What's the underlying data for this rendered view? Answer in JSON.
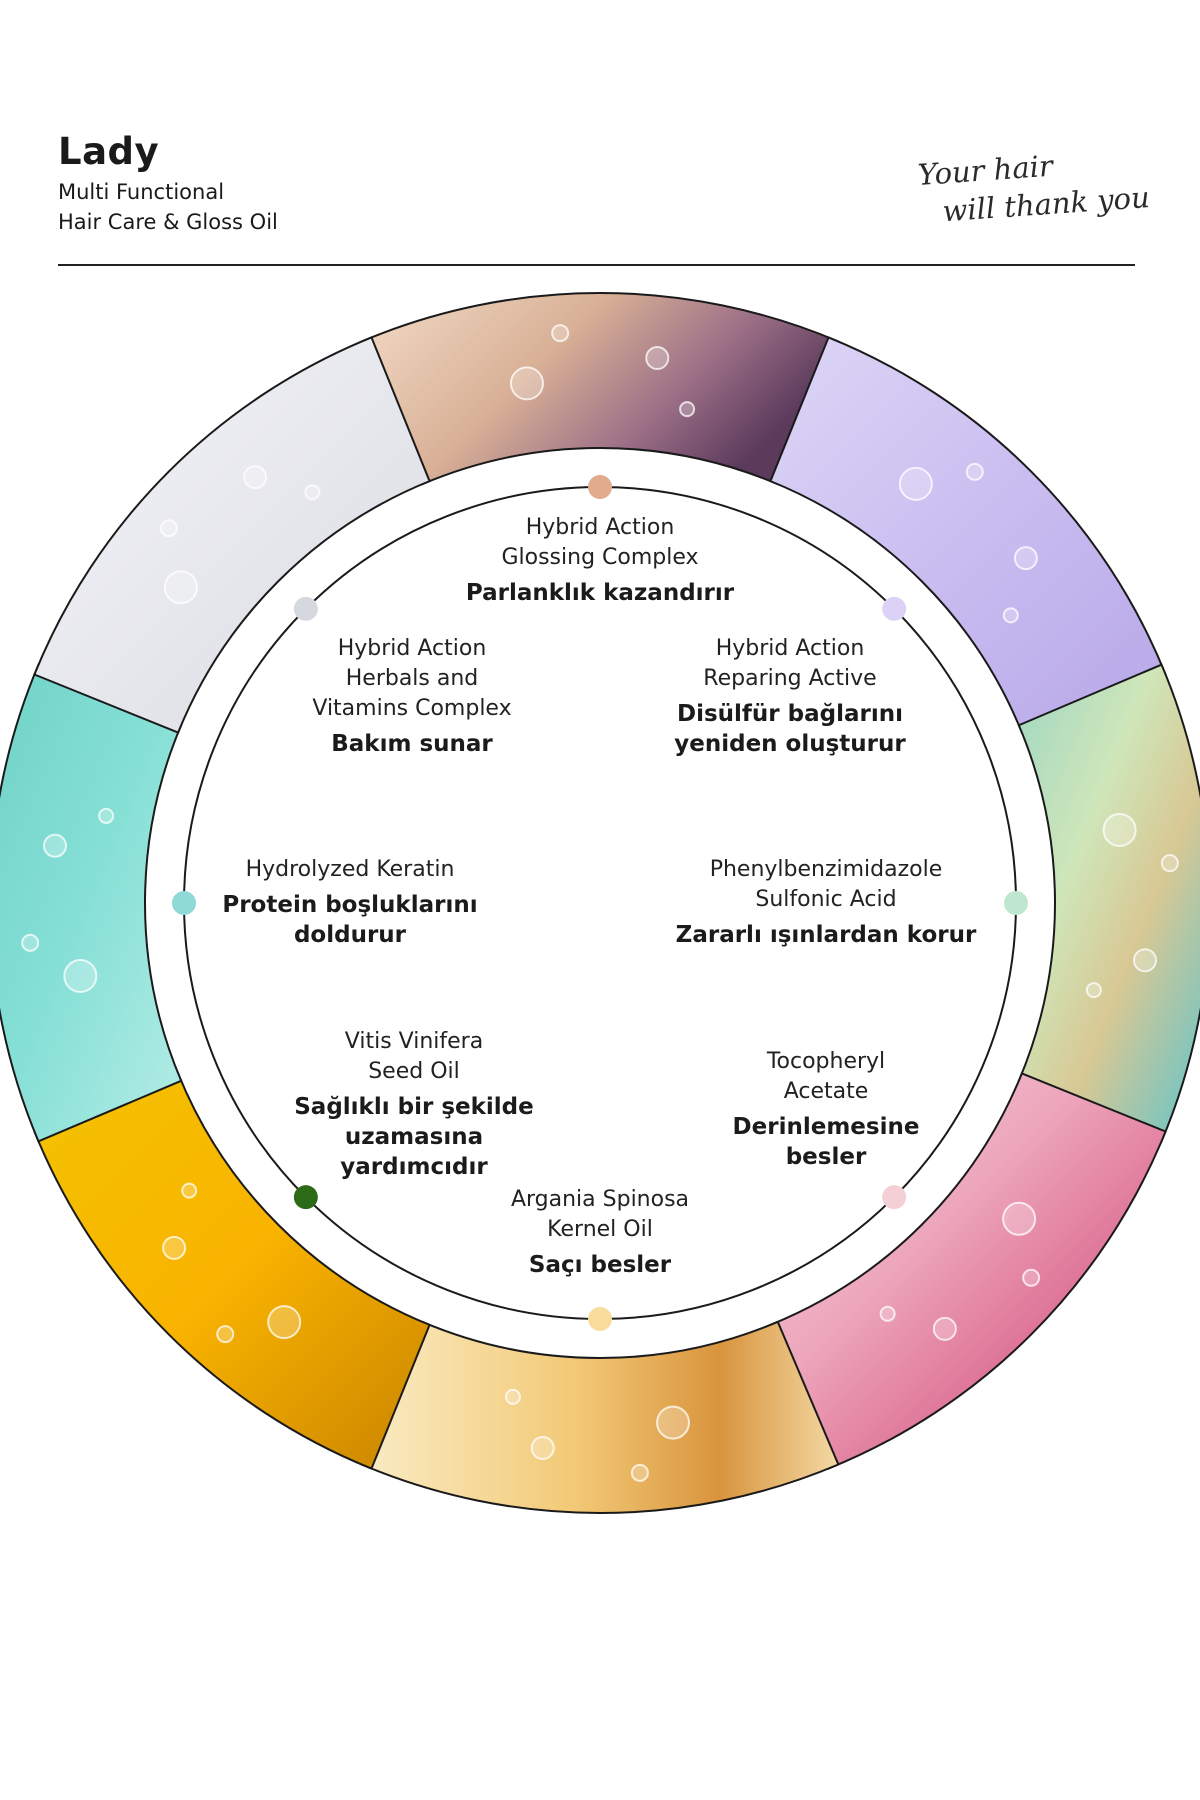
{
  "header": {
    "brand": "Lady",
    "subtitle_line1": "Multi Functional",
    "subtitle_line2": "Hair Care & Gloss Oil",
    "tagline_line1": "Your hair",
    "tagline_line2": "will thank you"
  },
  "colors": {
    "dot_glossing": "#e2ab8d",
    "dot_repairing": "#dcd2f5",
    "dot_phenyl": "#bfe6cf",
    "dot_tocopheryl": "#f4d0d6",
    "dot_argania": "#f7dc9c",
    "dot_vitis": "#2b6a16",
    "dot_keratin": "#8fdad6",
    "dot_herbals": "#d6d8df"
  },
  "ingredients": [
    {
      "key": "glossing",
      "name": "Hybrid Action\nGlossing Complex",
      "benefit": "Parlanklık kazandırır",
      "image": "mauve-oil-bubbles"
    },
    {
      "key": "repairing",
      "name": "Hybrid Action\nReparing Active",
      "benefit": "Disülfür bağlarını\nyeniden oluşturur",
      "image": "lavender-gel-bubbles"
    },
    {
      "key": "phenyl",
      "name": "Phenylbenzimidazole\nSulfonic Acid",
      "benefit": "Zararlı ışınlardan korur",
      "image": "green-oil-drops"
    },
    {
      "key": "tocopheryl",
      "name": "Tocopheryl\nAcetate",
      "benefit": "Derinlemesine\nbesler",
      "image": "pink-swirl"
    },
    {
      "key": "argania",
      "name": "Argania Spinosa\nKernel Oil",
      "benefit": "Saçı besler",
      "image": "amber-oil-bubbles"
    },
    {
      "key": "vitis",
      "name": "Vitis Vinifera\nSeed Oil",
      "benefit": "Sağlıklı bir şekilde\nuzamasına\nyardımcıdır",
      "image": "golden-oil-bubbles"
    },
    {
      "key": "keratin",
      "name": "Hydrolyzed Keratin",
      "benefit": "Protein boşluklarını\ndoldurur",
      "image": "aqua-oil-drops"
    },
    {
      "key": "herbals",
      "name": "Hybrid Action\nHerbals and\nVitamins Complex",
      "benefit": "Bakım sunar",
      "image": "white-gel-bubbles"
    }
  ]
}
